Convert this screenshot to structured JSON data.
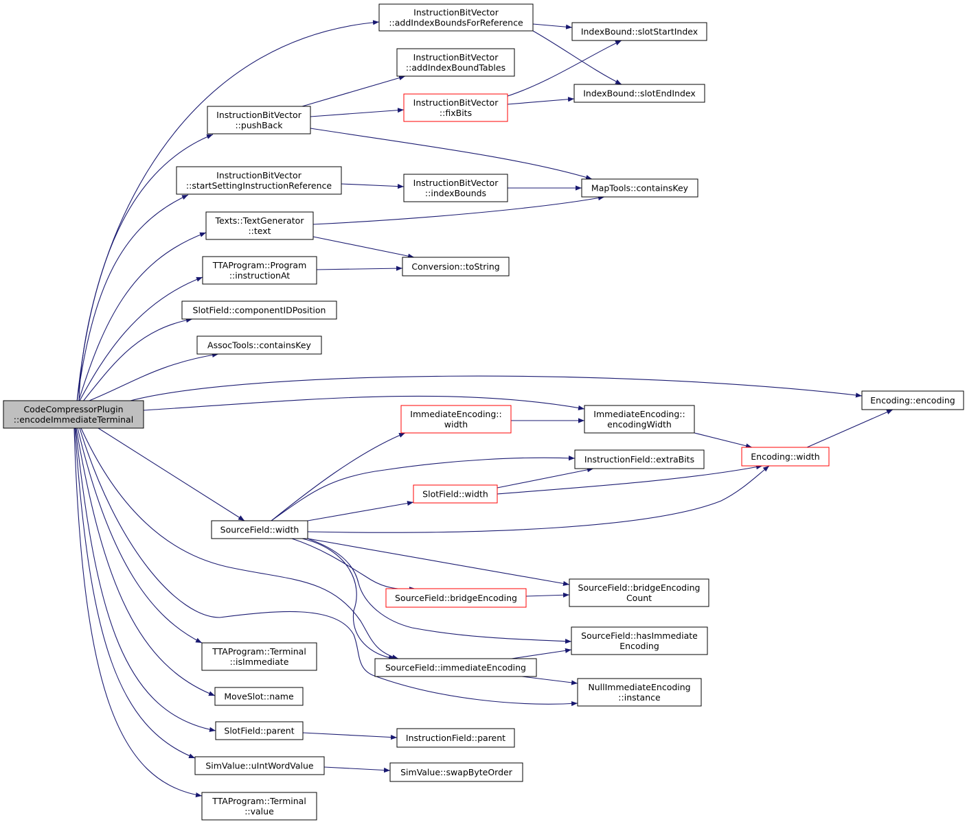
{
  "colors": {
    "edge": "#191970",
    "node_border": "#000000",
    "truncated_border": "#ff0000",
    "root_fill": "#bfbfbf",
    "node_fill": "#ffffff"
  },
  "root": "n0",
  "nodes": [
    {
      "id": "n0",
      "lines": [
        "CodeCompressorPlugin",
        "::encodeImmediateTerminal"
      ],
      "style": "root"
    },
    {
      "id": "n1",
      "lines": [
        "InstructionBitVector",
        "::addIndexBoundsForReference"
      ],
      "style": "normal"
    },
    {
      "id": "n2",
      "lines": [
        "InstructionBitVector",
        "::addIndexBoundTables"
      ],
      "style": "normal"
    },
    {
      "id": "n3",
      "lines": [
        "InstructionBitVector",
        "::pushBack"
      ],
      "style": "normal"
    },
    {
      "id": "n4",
      "lines": [
        "InstructionBitVector",
        "::fixBits"
      ],
      "style": "truncated"
    },
    {
      "id": "n5",
      "lines": [
        "IndexBound::slotStartIndex"
      ],
      "style": "normal"
    },
    {
      "id": "n6",
      "lines": [
        "IndexBound::slotEndIndex"
      ],
      "style": "normal"
    },
    {
      "id": "n7",
      "lines": [
        "InstructionBitVector",
        "::startSettingInstructionReference"
      ],
      "style": "normal"
    },
    {
      "id": "n8",
      "lines": [
        "InstructionBitVector",
        "::indexBounds"
      ],
      "style": "normal"
    },
    {
      "id": "n9",
      "lines": [
        "MapTools::containsKey"
      ],
      "style": "normal"
    },
    {
      "id": "n10",
      "lines": [
        "Texts::TextGenerator",
        "::text"
      ],
      "style": "normal"
    },
    {
      "id": "n11",
      "lines": [
        "TTAProgram::Program",
        "::instructionAt"
      ],
      "style": "normal"
    },
    {
      "id": "n12",
      "lines": [
        "Conversion::toString"
      ],
      "style": "normal"
    },
    {
      "id": "n13",
      "lines": [
        "SlotField::componentIDPosition"
      ],
      "style": "normal"
    },
    {
      "id": "n14",
      "lines": [
        "AssocTools::containsKey"
      ],
      "style": "normal"
    },
    {
      "id": "n15",
      "lines": [
        "Encoding::encoding"
      ],
      "style": "normal"
    },
    {
      "id": "n16",
      "lines": [
        "ImmediateEncoding::",
        "width"
      ],
      "style": "truncated"
    },
    {
      "id": "n17",
      "lines": [
        "ImmediateEncoding::",
        "encodingWidth"
      ],
      "style": "normal"
    },
    {
      "id": "n18",
      "lines": [
        "Encoding::width"
      ],
      "style": "truncated"
    },
    {
      "id": "n19",
      "lines": [
        "InstructionField::extraBits"
      ],
      "style": "normal"
    },
    {
      "id": "n20",
      "lines": [
        "SlotField::width"
      ],
      "style": "truncated"
    },
    {
      "id": "n21",
      "lines": [
        "SourceField::width"
      ],
      "style": "normal"
    },
    {
      "id": "n22",
      "lines": [
        "SourceField::bridgeEncoding"
      ],
      "style": "truncated"
    },
    {
      "id": "n23",
      "lines": [
        "SourceField::bridgeEncoding",
        "Count"
      ],
      "style": "normal"
    },
    {
      "id": "n24",
      "lines": [
        "SourceField::hasImmediate",
        "Encoding"
      ],
      "style": "normal"
    },
    {
      "id": "n25",
      "lines": [
        "SourceField::immediateEncoding"
      ],
      "style": "normal"
    },
    {
      "id": "n26",
      "lines": [
        "NullImmediateEncoding",
        "::instance"
      ],
      "style": "normal"
    },
    {
      "id": "n27",
      "lines": [
        "TTAProgram::Terminal",
        "::isImmediate"
      ],
      "style": "normal"
    },
    {
      "id": "n28",
      "lines": [
        "MoveSlot::name"
      ],
      "style": "normal"
    },
    {
      "id": "n29",
      "lines": [
        "SlotField::parent"
      ],
      "style": "normal"
    },
    {
      "id": "n30",
      "lines": [
        "InstructionField::parent"
      ],
      "style": "normal"
    },
    {
      "id": "n31",
      "lines": [
        "SimValue::uIntWordValue"
      ],
      "style": "normal"
    },
    {
      "id": "n32",
      "lines": [
        "SimValue::swapByteOrder"
      ],
      "style": "normal"
    },
    {
      "id": "n33",
      "lines": [
        "TTAProgram::Terminal",
        "::value"
      ],
      "style": "normal"
    }
  ],
  "edges": [
    [
      "n0",
      "n1"
    ],
    [
      "n0",
      "n3"
    ],
    [
      "n0",
      "n7"
    ],
    [
      "n0",
      "n10"
    ],
    [
      "n0",
      "n11"
    ],
    [
      "n0",
      "n13"
    ],
    [
      "n0",
      "n14"
    ],
    [
      "n0",
      "n15"
    ],
    [
      "n0",
      "n17"
    ],
    [
      "n0",
      "n21"
    ],
    [
      "n0",
      "n25"
    ],
    [
      "n0",
      "n26"
    ],
    [
      "n0",
      "n27"
    ],
    [
      "n0",
      "n28"
    ],
    [
      "n0",
      "n29"
    ],
    [
      "n0",
      "n31"
    ],
    [
      "n0",
      "n33"
    ],
    [
      "n1",
      "n5"
    ],
    [
      "n1",
      "n6"
    ],
    [
      "n3",
      "n2"
    ],
    [
      "n3",
      "n4"
    ],
    [
      "n3",
      "n9"
    ],
    [
      "n4",
      "n5"
    ],
    [
      "n4",
      "n6"
    ],
    [
      "n7",
      "n8"
    ],
    [
      "n8",
      "n9"
    ],
    [
      "n10",
      "n9"
    ],
    [
      "n10",
      "n12"
    ],
    [
      "n11",
      "n12"
    ],
    [
      "n16",
      "n17"
    ],
    [
      "n17",
      "n18"
    ],
    [
      "n18",
      "n15"
    ],
    [
      "n20",
      "n19"
    ],
    [
      "n20",
      "n18"
    ],
    [
      "n21",
      "n16"
    ],
    [
      "n21",
      "n19"
    ],
    [
      "n21",
      "n20"
    ],
    [
      "n21",
      "n18"
    ],
    [
      "n21",
      "n22"
    ],
    [
      "n21",
      "n23"
    ],
    [
      "n21",
      "n24"
    ],
    [
      "n21",
      "n25"
    ],
    [
      "n22",
      "n23"
    ],
    [
      "n25",
      "n24"
    ],
    [
      "n25",
      "n26"
    ],
    [
      "n29",
      "n30"
    ],
    [
      "n31",
      "n32"
    ]
  ]
}
